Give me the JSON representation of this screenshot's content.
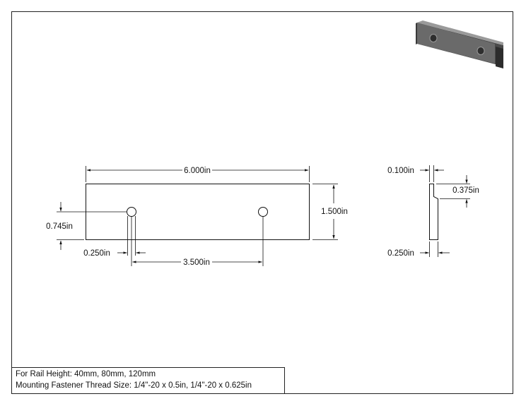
{
  "dimensions": {
    "overall_length": "6.000in",
    "hole_spacing": "3.500in",
    "height": "1.500in",
    "hole_offset_vertical": "0.745in",
    "hole_diameter": "0.250in",
    "plate_thickness": "0.100in",
    "lip_height": "0.375in",
    "overall_depth": "0.250in"
  },
  "notes": {
    "rail_height": "For Rail Height: 40mm, 80mm, 120mm",
    "fastener": "Mounting Fastener Thread Size: 1/4\"-20 x 0.5in, 1/4\"-20 x 0.625in"
  }
}
